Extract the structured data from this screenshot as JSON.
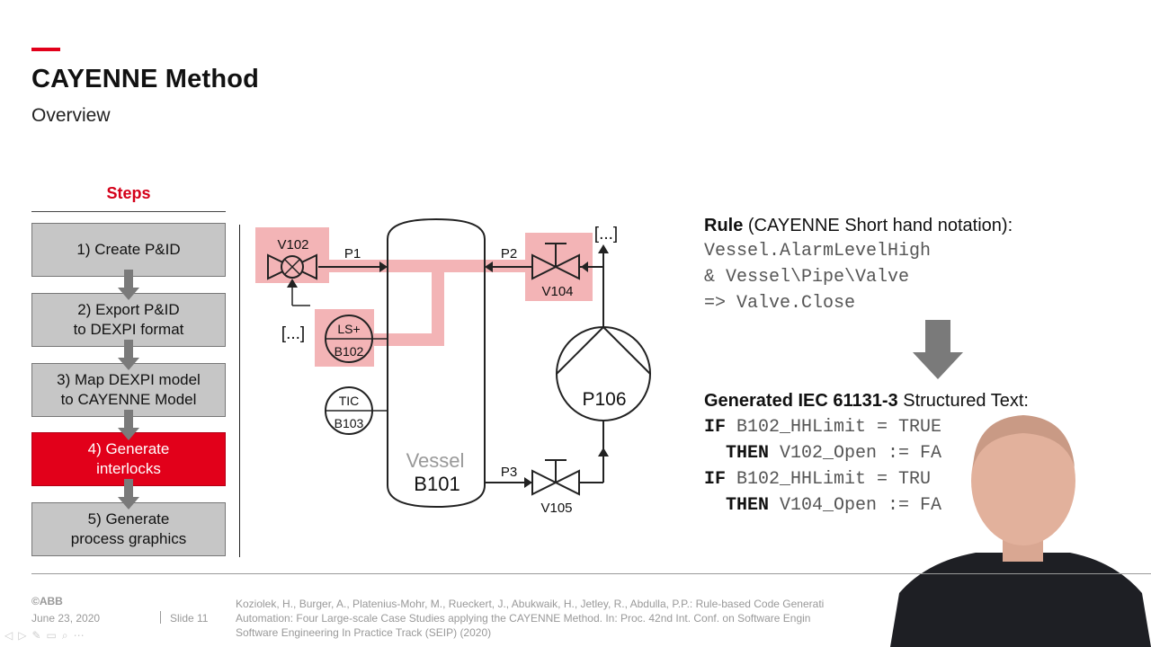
{
  "slide": {
    "title": "CAYENNE Method",
    "subtitle": "Overview",
    "accent_color": "#e2001a"
  },
  "steps": {
    "heading": "Steps",
    "items": [
      {
        "label": "1) Create P&ID",
        "active": false
      },
      {
        "label": "2) Export P&ID\nto DEXPI format",
        "active": false
      },
      {
        "label": "3) Map DEXPI model\nto CAYENNE Model",
        "active": false
      },
      {
        "label": "4) Generate\ninterlocks",
        "active": true
      },
      {
        "label": "5) Generate\nprocess graphics",
        "active": false
      }
    ]
  },
  "diagram": {
    "highlight_color": "#f3b4b6",
    "v102": "V102",
    "v104": "V104",
    "v105": "V105",
    "p1": "P1",
    "p2": "P2",
    "p3": "P3",
    "ls": "LS+",
    "b102": "B102",
    "tic": "TIC",
    "b103": "B103",
    "vessel": "Vessel",
    "b101": "B101",
    "p106": "P106",
    "ellipsis_left": "[...]",
    "ellipsis_top": "[...]"
  },
  "rule": {
    "heading_bold": "Rule",
    "heading_rest": " (CAYENNE Short hand notation):",
    "lines": [
      "Vessel.AlarmLevelHigh",
      "& Vessel\\Pipe\\Valve",
      "=> Valve.Close"
    ]
  },
  "generated": {
    "heading_bold": "Generated IEC 61131-3",
    "heading_rest": " Structured Text:",
    "lines": [
      {
        "kw": "IF",
        "rest": " B102_HHLimit = TRUE"
      },
      {
        "kw": "  THEN",
        "rest": " V102_Open := FA"
      },
      {
        "kw": "IF",
        "rest": " B102_HHLimit = TRU"
      },
      {
        "kw": "  THEN",
        "rest": " V104_Open := FA"
      }
    ]
  },
  "footer": {
    "copyright": "©ABB",
    "date": "June 23, 2020",
    "slide_label": "Slide 11",
    "citation_lines": [
      "Koziolek, H., Burger, A., Platenius-Mohr, M., Rueckert, J., Abukwaik, H., Jetley, R., Abdulla, P.P.: Rule-based Code Generati",
      "Automation: Four Large-scale Case Studies applying the CAYENNE Method. In: Proc. 42nd Int. Conf. on Software Engin",
      "Software Engineering In Practice Track (SEIP) (2020)"
    ]
  }
}
